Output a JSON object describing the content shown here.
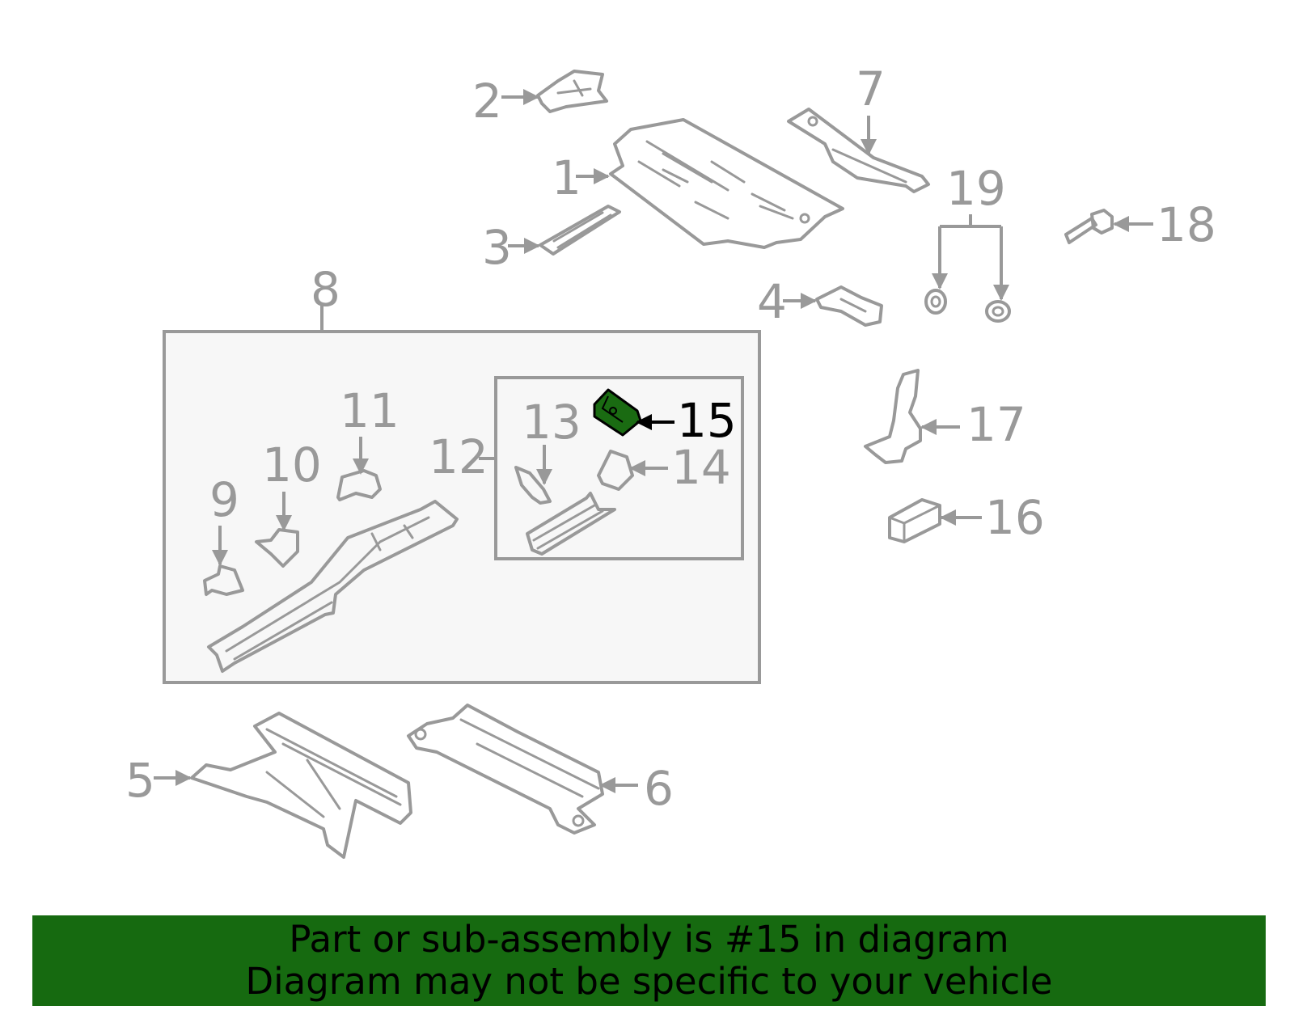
{
  "diagram": {
    "callouts": {
      "c1": "1",
      "c2": "2",
      "c3": "3",
      "c4": "4",
      "c5": "5",
      "c6": "6",
      "c7": "7",
      "c8": "8",
      "c9": "9",
      "c10": "10",
      "c11": "11",
      "c12": "12",
      "c13": "13",
      "c14": "14",
      "c15": "15",
      "c16": "16",
      "c17": "17",
      "c18": "18",
      "c19": "19"
    },
    "highlighted_part": "15",
    "colors": {
      "line": "#999999",
      "highlight_fill": "#1a6b12",
      "highlight_text": "#000000",
      "group_box_fill": "#f7f7f7"
    }
  },
  "banner": {
    "line1": "Part or sub-assembly is #15 in diagram",
    "line2": "Diagram may not be specific to your vehicle",
    "background": "#166a10",
    "text_color": "#000000"
  }
}
